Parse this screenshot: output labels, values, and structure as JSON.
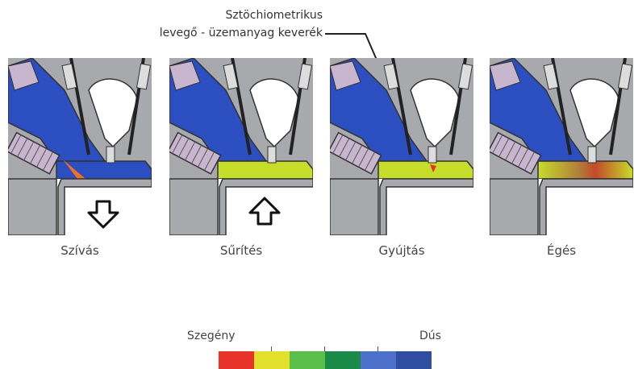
{
  "callout": {
    "line1": "Sztöchiometrikus",
    "line2": "levegő - üzemanyag keverék"
  },
  "panels": [
    {
      "label": "Szívás",
      "mixture": "intake",
      "arrow": "down-arrow"
    },
    {
      "label": "Sűrítés",
      "mixture": "compressed",
      "arrow": "up-arrow"
    },
    {
      "label": "Gyújtás",
      "mixture": "ignition",
      "arrow": ""
    },
    {
      "label": "Égés",
      "mixture": "combustion",
      "arrow": ""
    }
  ],
  "legend": {
    "lean_label": "Szegény",
    "rich_label": "Dús",
    "colors": [
      "#e8332a",
      "#e2e02c",
      "#5bbd4a",
      "#198a47",
      "#4c6fc9",
      "#2f4ea2"
    ]
  },
  "colors": {
    "intake_blue": "#2b4ec0",
    "mixture_green": "#c6dd2a",
    "metal_gray": "#a7a9ac",
    "injector_violet": "#c8b6cf",
    "fuel_spray_orange": "#f36f21"
  }
}
